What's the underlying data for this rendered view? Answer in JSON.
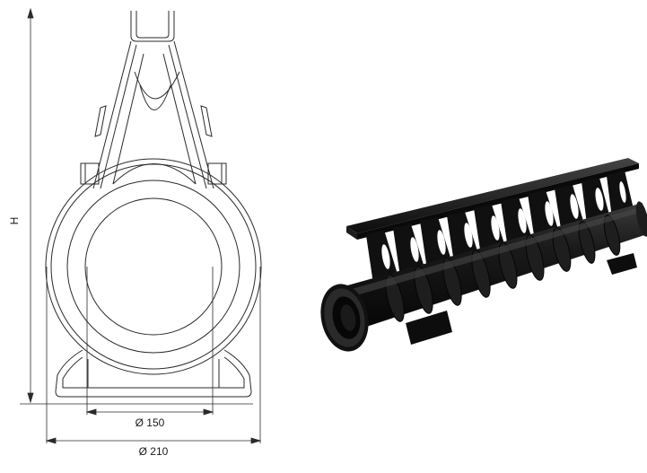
{
  "dimensions": {
    "height_label": "H",
    "inner_diameter_label": "Ø 150",
    "outer_diameter_label": "Ø 210"
  },
  "colors": {
    "line": "#2a2a2a",
    "product": "#111111",
    "background": "#ffffff"
  }
}
